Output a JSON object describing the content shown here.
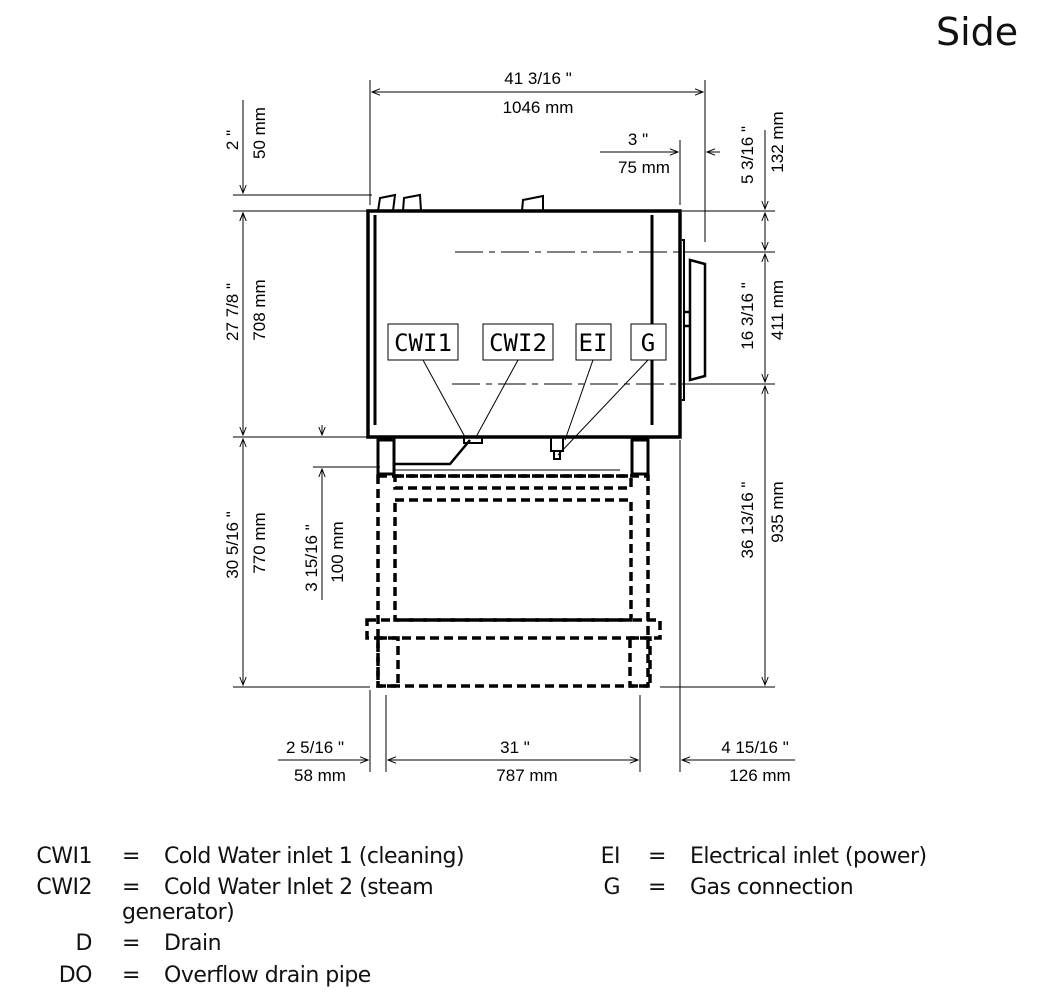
{
  "title": "Side",
  "dimensions": {
    "overall_width_in": "41 3/16 \"",
    "overall_width_mm": "1046 mm",
    "rear_offset_in": "3 \"",
    "rear_offset_mm": "75 mm",
    "top_flue_in": "2 \"",
    "top_flue_mm": "50 mm",
    "body_height_in": "27 7/8 \"",
    "body_height_mm": "708 mm",
    "stand_height_in": "30 5/16 \"",
    "stand_height_mm": "770 mm",
    "drain_drop_in": "3 15/16 \"",
    "drain_drop_mm": "100 mm",
    "right_top_in": "5 3/16 \"",
    "right_top_mm": "132 mm",
    "right_mid_in": "16 3/16 \"",
    "right_mid_mm": "411 mm",
    "right_low_in": "36 13/16 \"",
    "right_low_mm": "935 mm",
    "bottom_left_in": "2 5/16 \"",
    "bottom_left_mm": "58 mm",
    "bottom_mid_in": "31 \"",
    "bottom_mid_mm": "787 mm",
    "bottom_right_in": "4 15/16 \"",
    "bottom_right_mm": "126 mm"
  },
  "connection_labels": [
    "CWI1",
    "CWI2",
    "EI",
    "G"
  ],
  "legend": {
    "left": [
      {
        "abbr": "CWI1",
        "eq": "=",
        "desc": "Cold Water inlet 1 (cleaning)"
      },
      {
        "abbr": "CWI2",
        "eq": "=",
        "desc": "Cold Water Inlet 2 (steam",
        "desc2": "generator)"
      },
      {
        "abbr": "D",
        "eq": "=",
        "desc": "Drain"
      },
      {
        "abbr": "DO",
        "eq": "=",
        "desc": "Overflow drain pipe"
      }
    ],
    "right": [
      {
        "abbr": "EI",
        "eq": "=",
        "desc": "Electrical inlet (power)"
      },
      {
        "abbr": "G",
        "eq": "=",
        "desc": "Gas connection"
      }
    ]
  }
}
